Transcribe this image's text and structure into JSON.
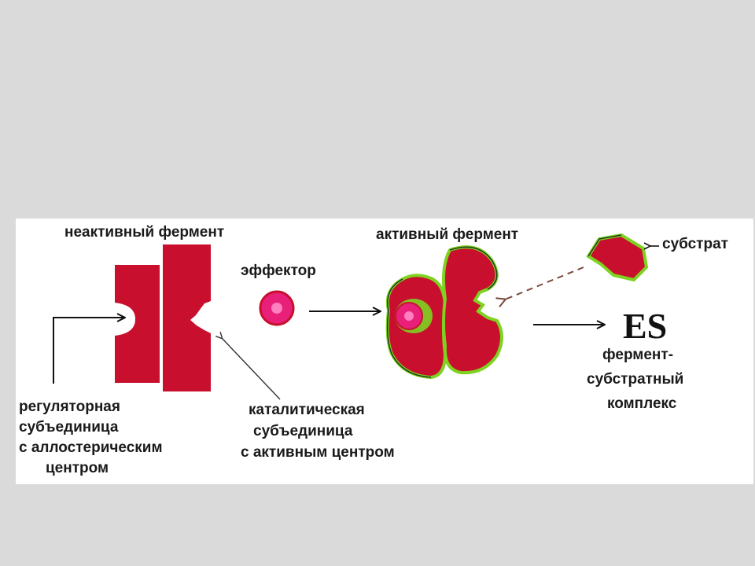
{
  "colors": {
    "background": "#dadada",
    "panel": "#ffffff",
    "enzyme_red": "#c8102e",
    "effector_pink": "#e8207a",
    "effector_core": "#ff7fbf",
    "outline_green": "#7ed321",
    "outline_dark": "#1f3d1f",
    "arrow": "#111111",
    "dashed_arrow": "#7a4a3a"
  },
  "labels": {
    "inactive_enzyme": "неактивный фермент",
    "effector": "эффектор",
    "active_enzyme": "активный фермент",
    "substrate": "субстрат",
    "es": "ES",
    "es_complex": [
      "фермент-",
      "субстратный",
      "комплекс"
    ],
    "regulatory_subunit": [
      "регуляторная",
      "субъединица",
      "с аллостерическим",
      "центром"
    ],
    "catalytic_subunit": [
      "каталитическая",
      "субъединица",
      "с активным центром"
    ]
  }
}
